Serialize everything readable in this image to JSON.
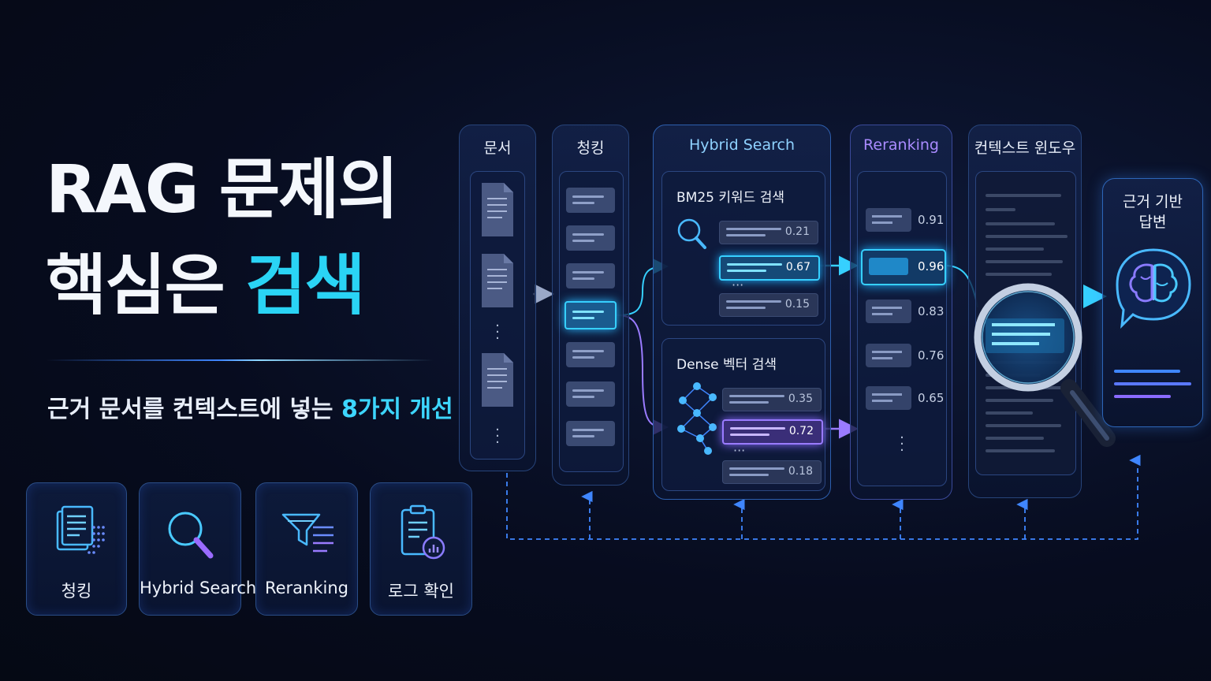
{
  "headline": {
    "line1": "RAG 문제의",
    "line2_main": "핵심은",
    "line2_accent": "검색",
    "subtitle_main": "근거 문서를 컨텍스트에 넣는",
    "subtitle_accent": "8가지 개선"
  },
  "feature_cards": [
    {
      "label": "청킹",
      "icon": "document-chunk-icon"
    },
    {
      "label": "Hybrid Search",
      "icon": "search-icon"
    },
    {
      "label": "Reranking",
      "icon": "filter-funnel-icon"
    },
    {
      "label": "로그 확인",
      "icon": "clipboard-chart-icon"
    }
  ],
  "pipeline": {
    "documents": {
      "title": "문서"
    },
    "chunking": {
      "title": "청킹"
    },
    "hybrid": {
      "title": "Hybrid Search",
      "bm25": {
        "title": "BM25 키워드 검색",
        "scores": [
          "0.21",
          "0.67",
          "0.15"
        ],
        "highlight_index": 1
      },
      "dense": {
        "title": "Dense 벡터 검색",
        "scores": [
          "0.35",
          "0.72",
          "0.18"
        ],
        "highlight_index": 1
      }
    },
    "reranking": {
      "title": "Reranking",
      "scores": [
        "0.91",
        "0.96",
        "0.83",
        "0.76",
        "0.65"
      ],
      "highlight_index": 1
    },
    "context": {
      "title": "컨텍스트 윈도우"
    },
    "answer": {
      "title_line1": "근거 기반",
      "title_line2": "답변",
      "icon": "brain-chat-icon"
    }
  },
  "colors": {
    "accent_cyan": "#2ad4f5",
    "accent_purple": "#9a7bff",
    "background": "#070c1f",
    "panel_border": "#27447a"
  }
}
